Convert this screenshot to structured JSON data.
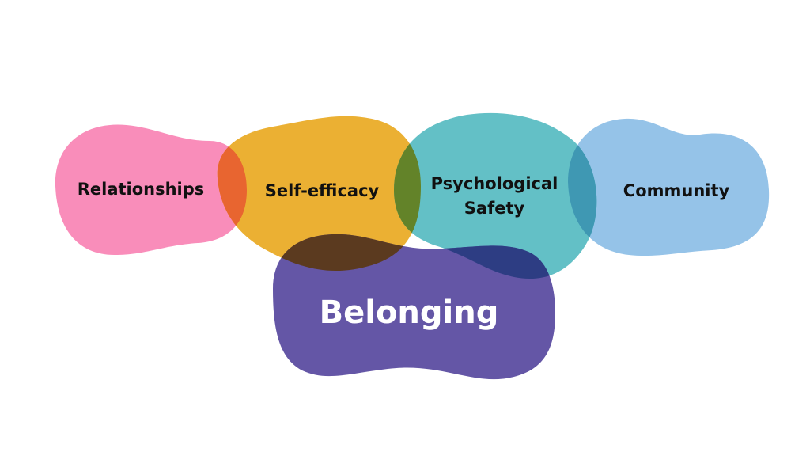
{
  "diagram": {
    "blobs": [
      {
        "key": "relationships",
        "label": "Relationships",
        "color": "#F98DBA"
      },
      {
        "key": "self_efficacy",
        "label": "Self-efficacy",
        "color": "#EBB033"
      },
      {
        "key": "psych_safety",
        "label_lines": [
          "Psychological",
          "Safety"
        ],
        "color": "#63C0C6"
      },
      {
        "key": "community",
        "label": "Community",
        "color": "#95C3E8"
      },
      {
        "key": "belonging",
        "label": "Belonging",
        "color": "#6456A6"
      }
    ],
    "overlap_colors": {
      "relationships_self_efficacy": "#E86530",
      "self_efficacy_psych_safety": "#638329",
      "psych_safety_community": "#3F98B3",
      "self_efficacy_belonging": "#5B3A1F",
      "psych_safety_belonging": "#2D3D83"
    },
    "label_color": "#111111",
    "belonging_label_color": "#FFFFFF"
  }
}
